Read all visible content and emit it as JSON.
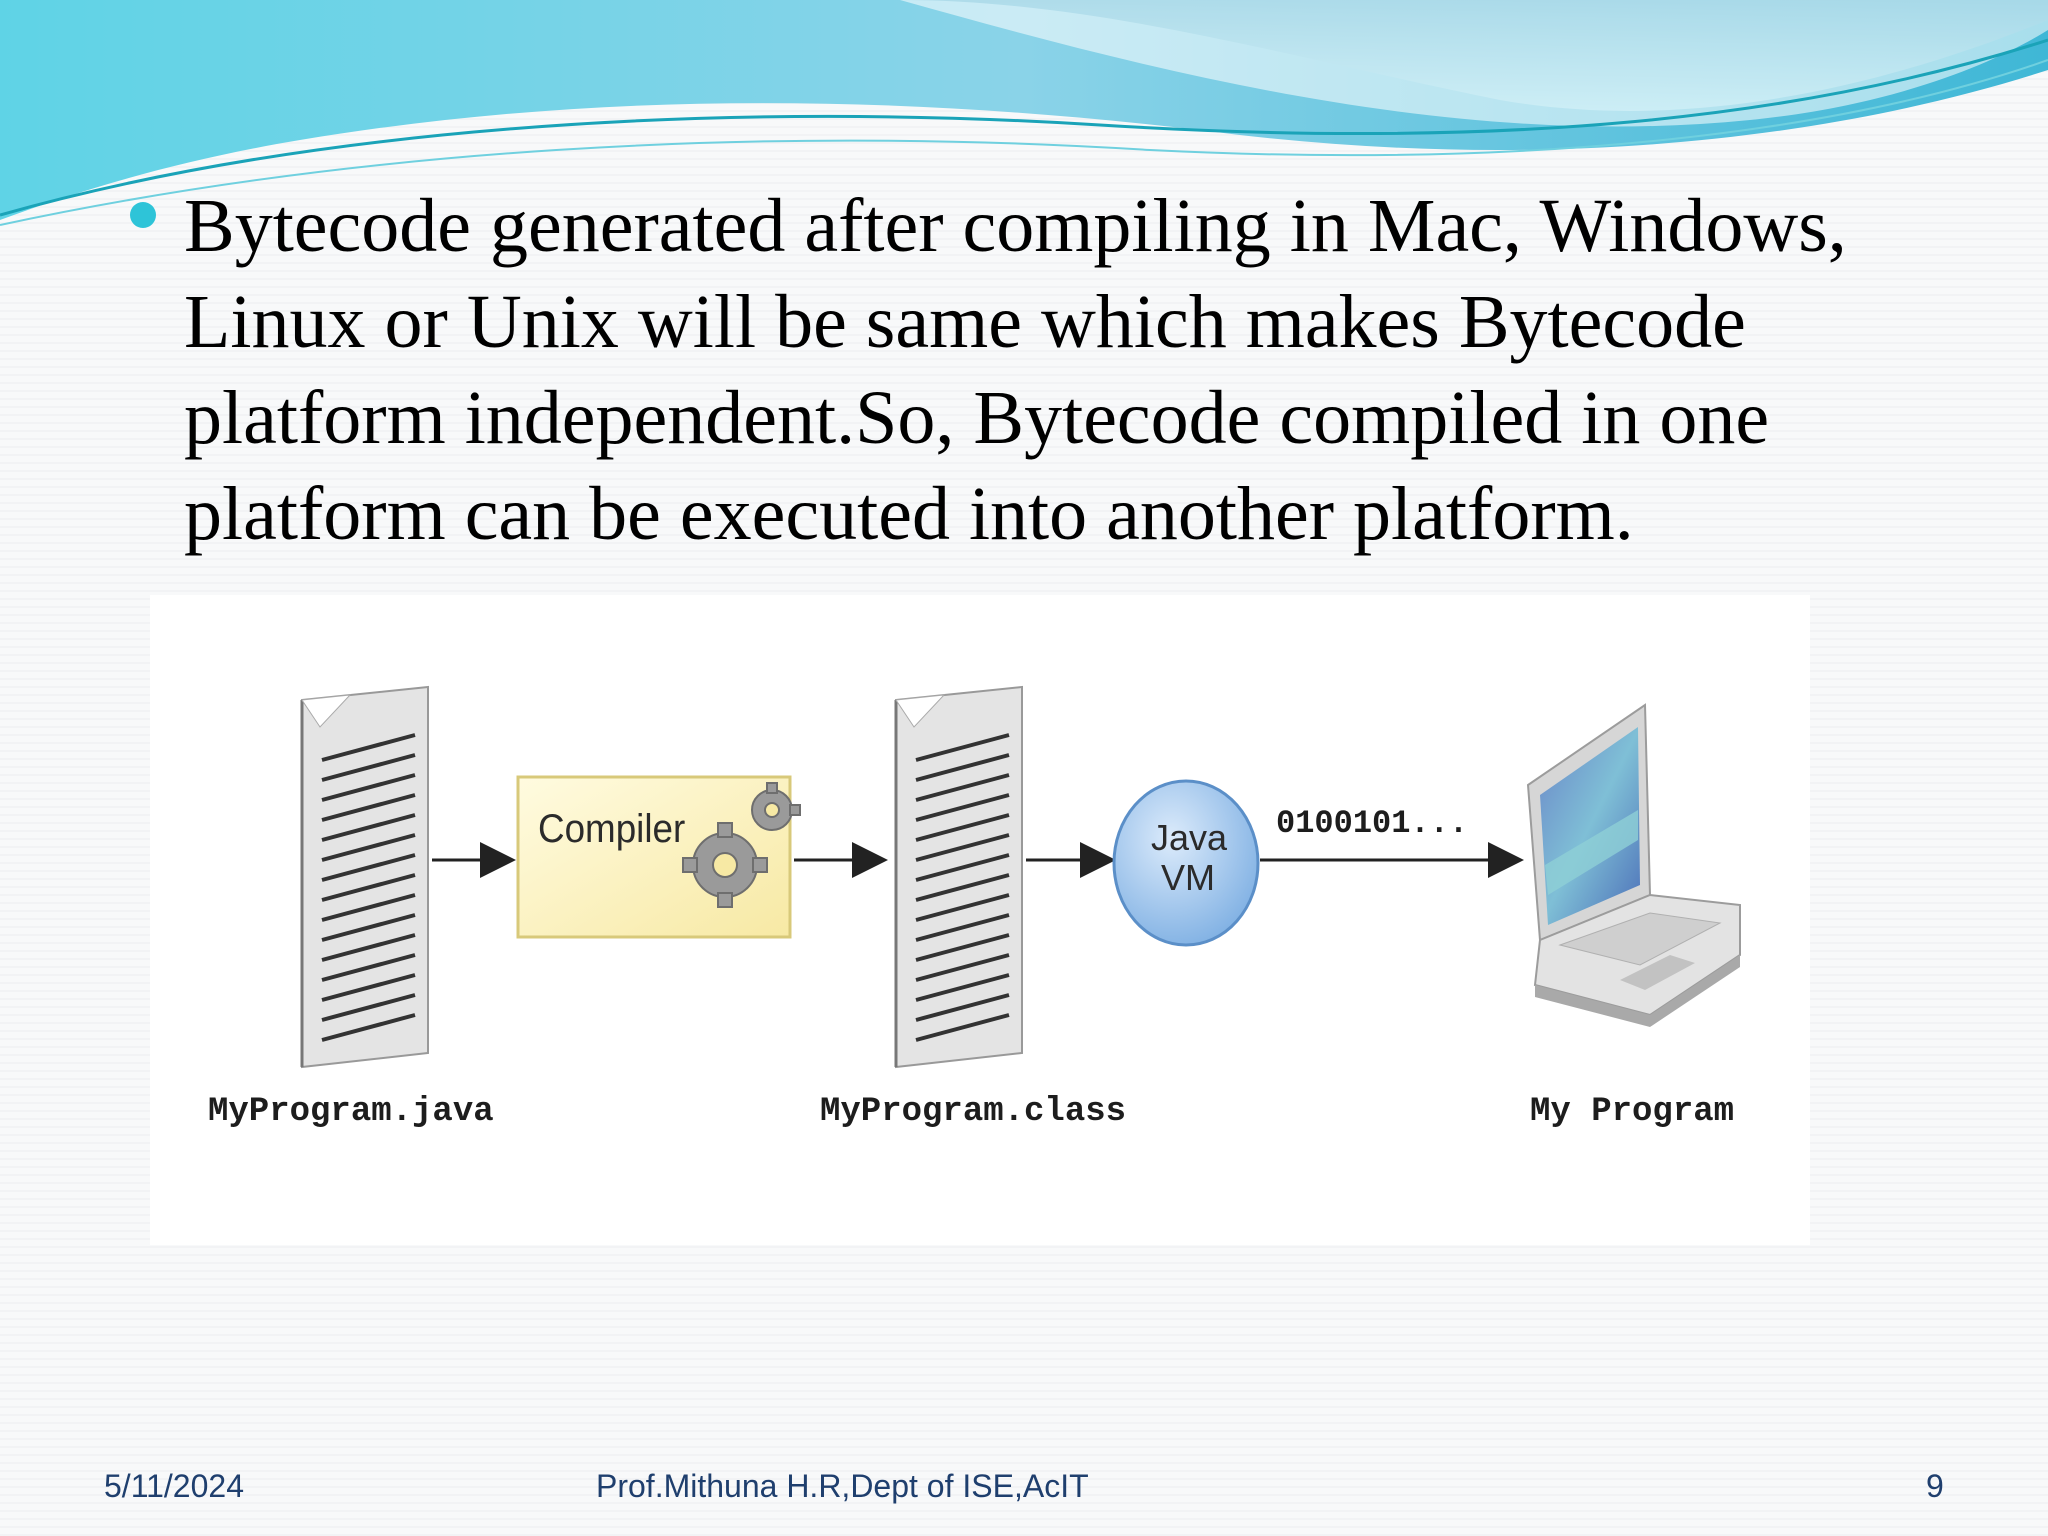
{
  "slide": {
    "bullet_text": "Bytecode generated after compiling in Mac, Windows, Linux or Unix will be same which makes Bytecode platform independent.So, Bytecode compiled in one platform can be executed into another platform."
  },
  "diagram": {
    "source_file_label": "MyProgram.java",
    "compiler_label": "Compiler",
    "class_file_label": "MyProgram.class",
    "jvm_label_line1": "Java",
    "jvm_label_line2": "VM",
    "binary_label": "0100101...",
    "program_label": "My Program"
  },
  "footer": {
    "date": "5/11/2024",
    "author": "Prof.Mithuna H.R,Dept of ISE,AcIT",
    "page_number": "9"
  },
  "colors": {
    "accent": "#2ec4d8",
    "footer_text": "#1f3f6e",
    "compiler_fill": "#fdf6c3",
    "jvm_fill": "#a9cbee"
  }
}
